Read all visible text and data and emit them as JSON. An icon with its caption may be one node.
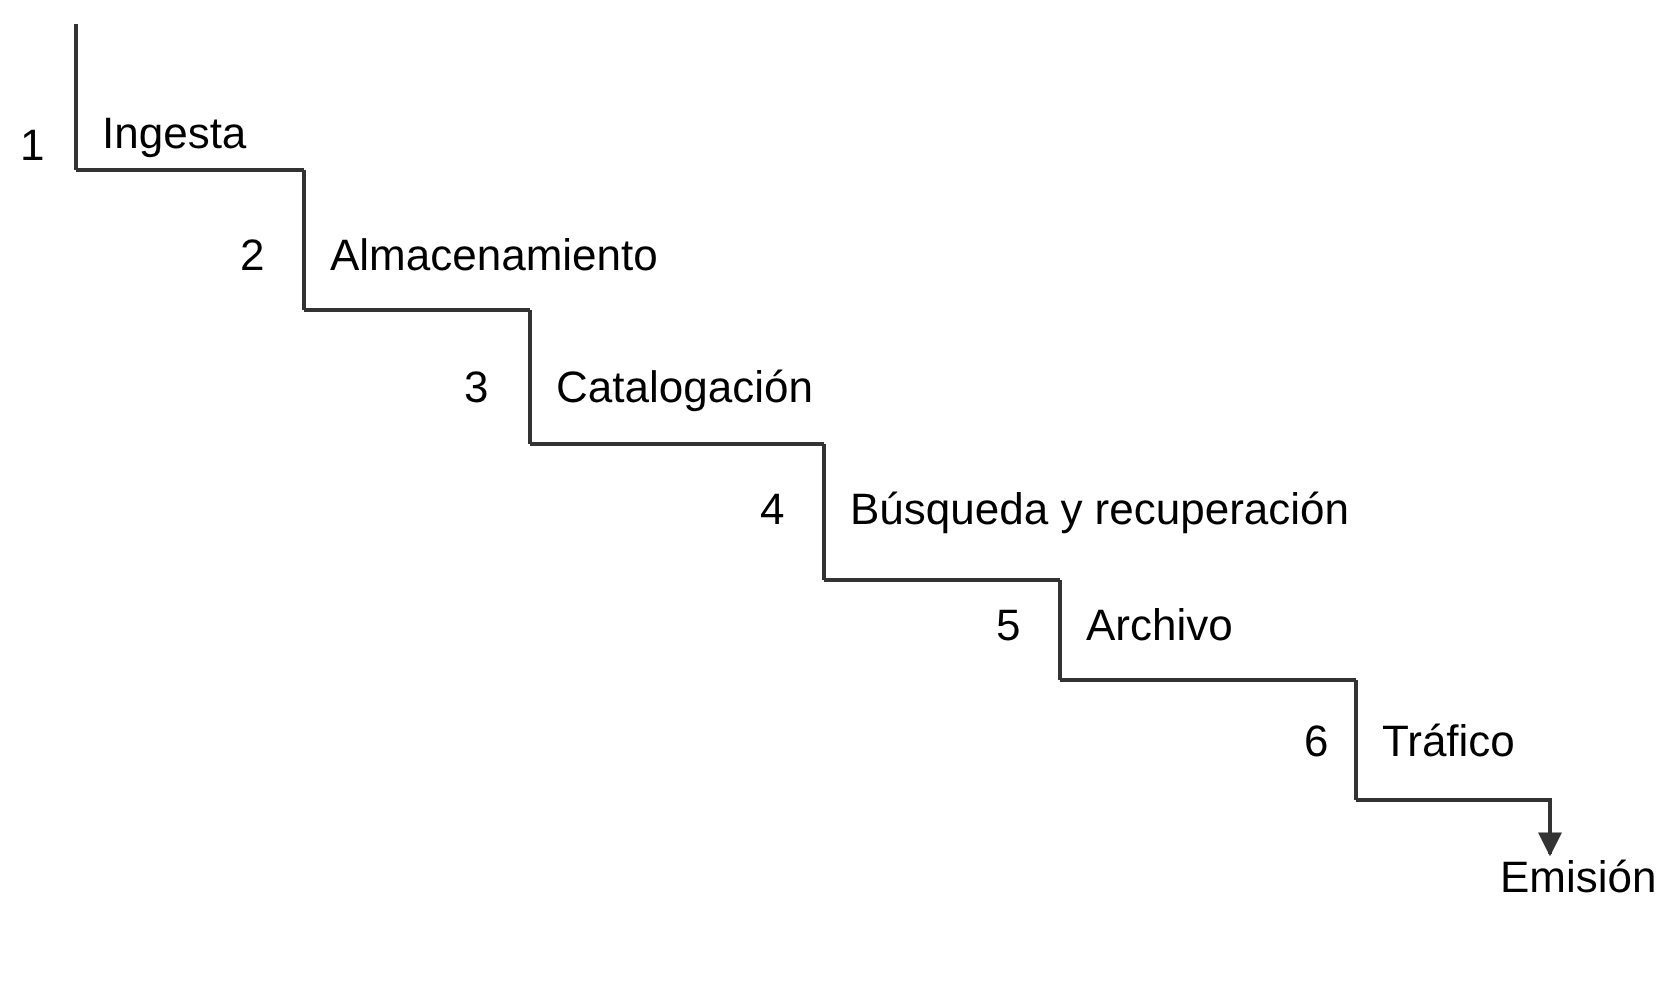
{
  "diagram": {
    "nodes": [
      {
        "text": [
          "Ingesta"
        ],
        "beside": [
          "1"
        ]
      },
      {
        "text": [
          "Almacenamiento"
        ],
        "beside": [
          "2"
        ]
      },
      {
        "text": [
          "Catalogación"
        ],
        "beside": [
          "3"
        ]
      },
      {
        "text": [
          "Búsqueda y recuperación"
        ],
        "beside": [
          "4"
        ]
      },
      {
        "text": [
          "Archivo"
        ],
        "beside": [
          "5"
        ]
      },
      {
        "text": [
          "Tráfico"
        ],
        "beside": [
          "6"
        ]
      },
      {
        "text": [
          "Emisión"
        ]
      }
    ],
    "edges": [
      {
        "from": 0,
        "to": 1,
        "arrow": "none"
      },
      {
        "from": 1,
        "to": 2,
        "arrow": "none"
      },
      {
        "from": 2,
        "to": 3,
        "arrow": "none"
      },
      {
        "from": 3,
        "to": 4,
        "arrow": "none"
      },
      {
        "from": 4,
        "to": 5,
        "arrow": "none"
      },
      {
        "from": 5,
        "to": 6,
        "arrow": "to"
      }
    ]
  }
}
